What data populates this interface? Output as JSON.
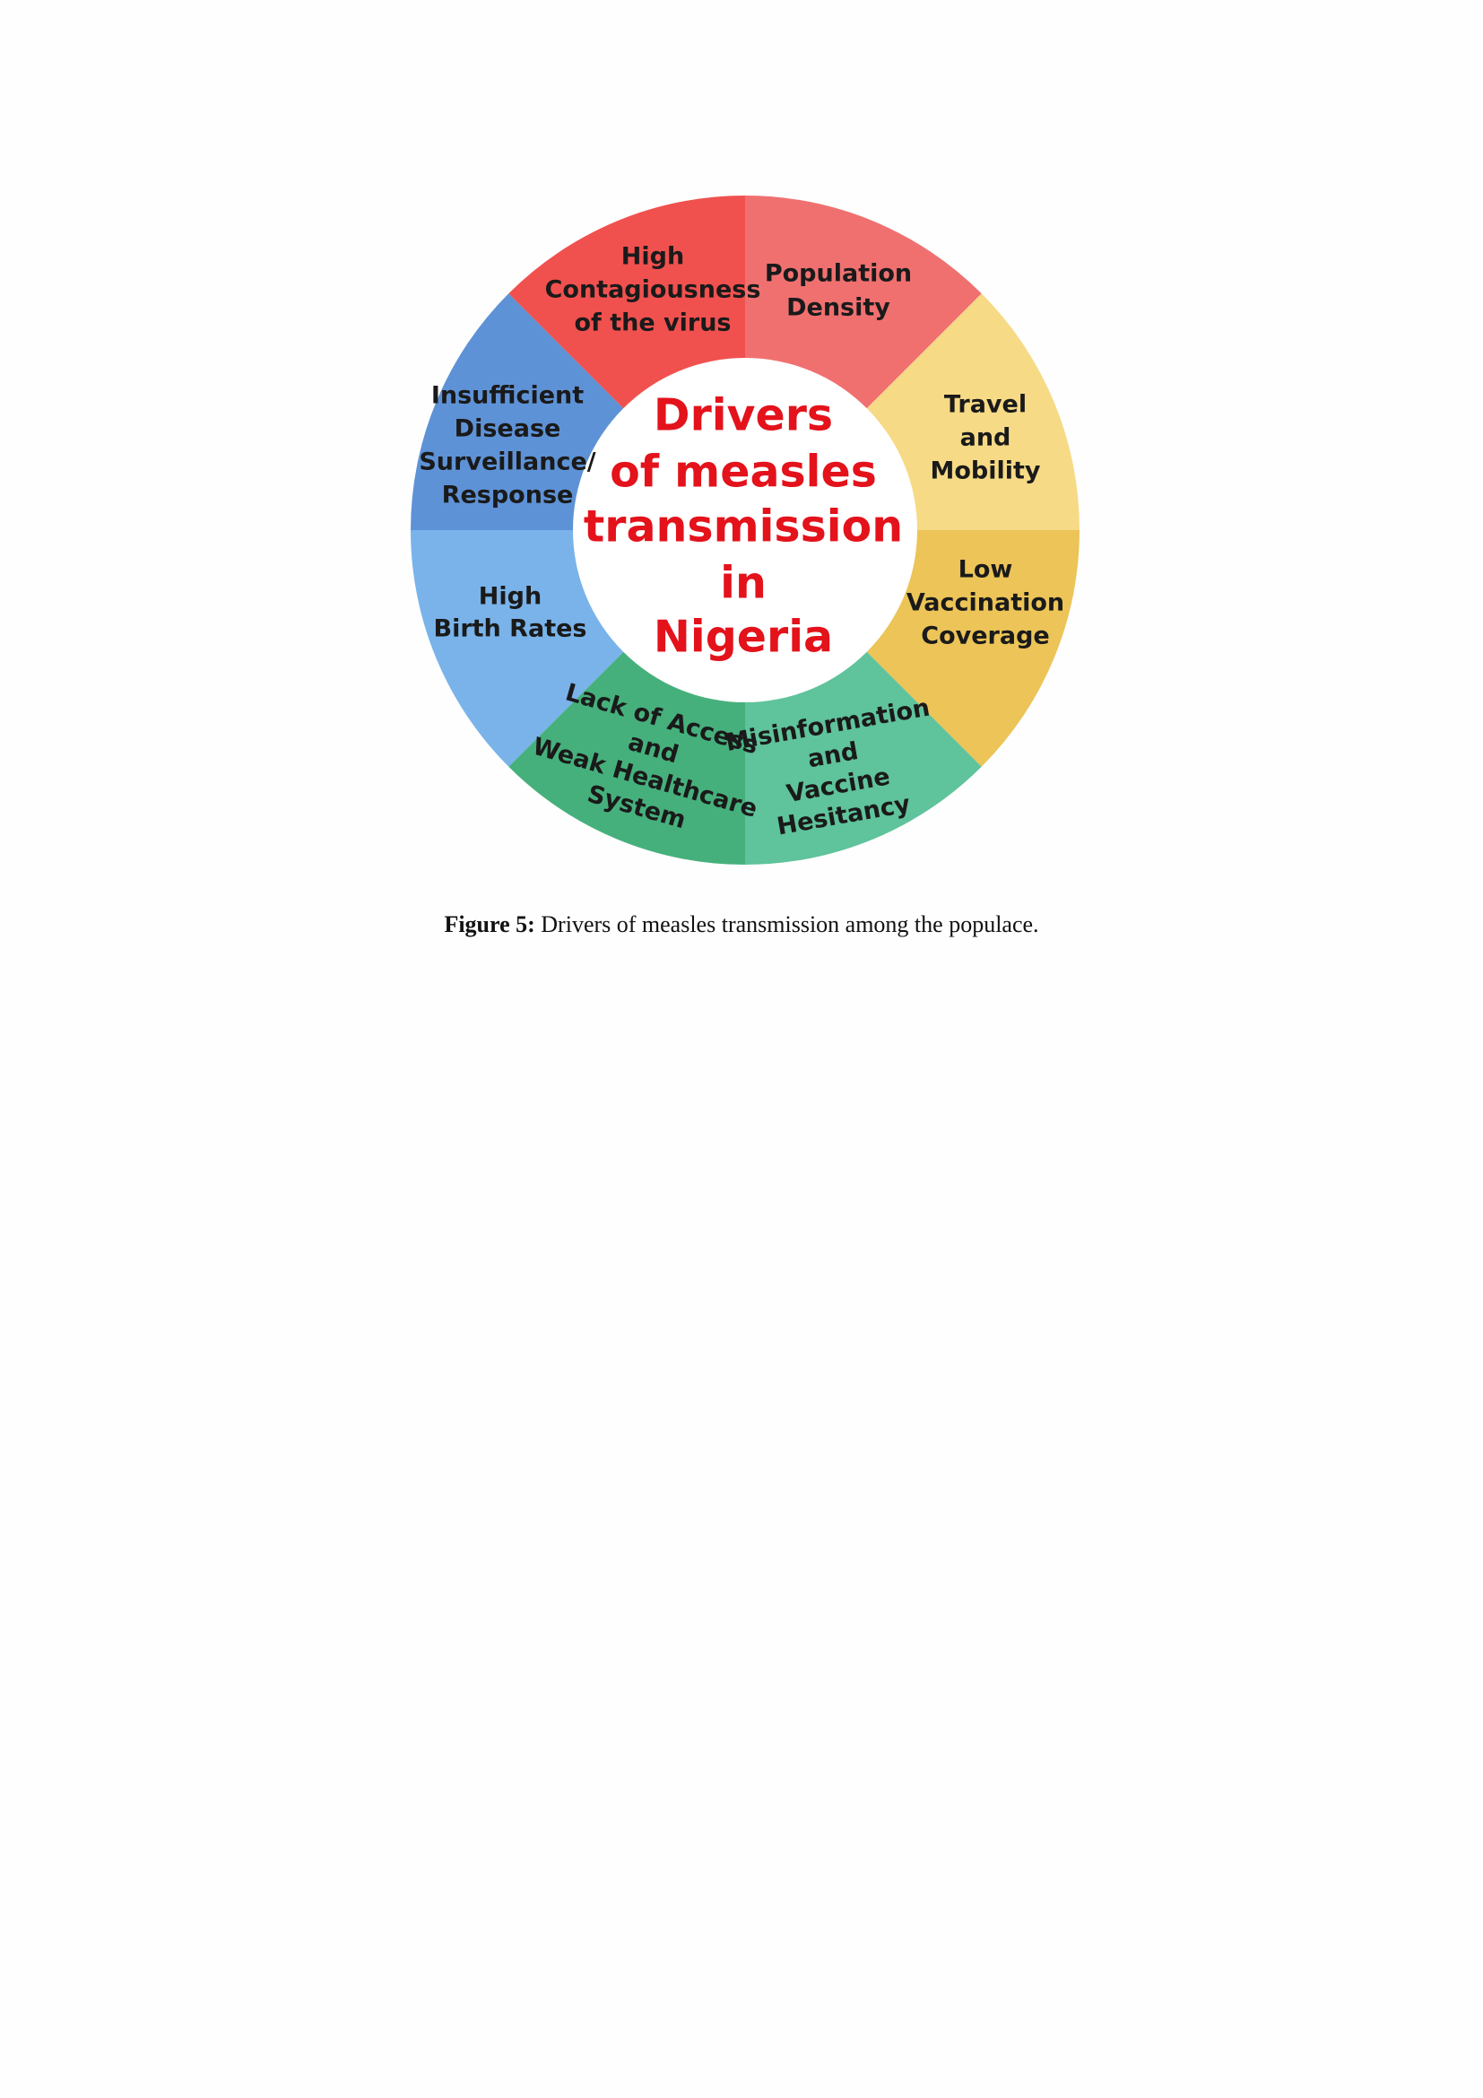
{
  "diagram": {
    "center_title": [
      "Drivers",
      "of measles",
      "transmission",
      "in",
      "Nigeria"
    ],
    "center_title_color": "#e3121b",
    "segments": [
      {
        "label": [
          "Population",
          "Density"
        ],
        "color": "#f07070"
      },
      {
        "label": [
          "Travel",
          "and",
          "Mobility"
        ],
        "color": "#f6da85"
      },
      {
        "label": [
          "Low",
          "Vaccination",
          "Coverage"
        ],
        "color": "#ecc457"
      },
      {
        "label": [
          "Misinformation",
          "and",
          "Vaccine",
          "Hesitancy"
        ],
        "color": "#5fc39b"
      },
      {
        "label": [
          "Lack of Access",
          "and",
          "Weak Healthcare",
          "System"
        ],
        "color": "#46b07c"
      },
      {
        "label": [
          "High",
          "Birth Rates"
        ],
        "color": "#79b3ea"
      },
      {
        "label": [
          "Insufficient",
          "Disease",
          "Surveillance/",
          "Response"
        ],
        "color": "#5e92d6"
      },
      {
        "label": [
          "High",
          "Contagiousness",
          "of the virus"
        ],
        "color": "#f0514f"
      }
    ]
  },
  "caption": {
    "label": "Figure 5:",
    "text": " Drivers of measles transmission among the populace."
  }
}
